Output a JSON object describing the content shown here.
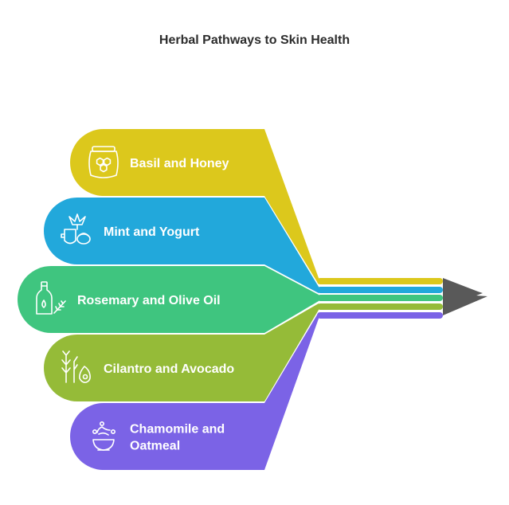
{
  "title": "Herbal Pathways to Skin Health",
  "items": [
    {
      "label_lines": [
        "Basil and Honey"
      ],
      "color": "#dcc81c",
      "icon": "honey-jar-icon"
    },
    {
      "label_lines": [
        "Mint and Yogurt"
      ],
      "color": "#22a8db",
      "icon": "mint-yogurt-icon"
    },
    {
      "label_lines": [
        "Rosemary and Olive Oil"
      ],
      "color": "#3fc57f",
      "icon": "olive-oil-bottle-icon"
    },
    {
      "label_lines": [
        "Cilantro and Avocado"
      ],
      "color": "#95bb38",
      "icon": "cilantro-avocado-icon"
    },
    {
      "label_lines": [
        "Chamomile and",
        "Oatmeal"
      ],
      "color": "#7b63e6",
      "icon": "oatmeal-bowl-icon"
    }
  ],
  "pencil_tip_color": "#595959"
}
